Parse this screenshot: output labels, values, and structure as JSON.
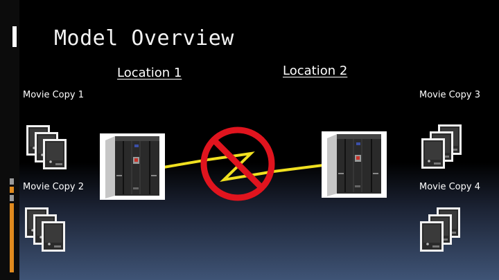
{
  "slide": {
    "title": "Model Overview",
    "locations": [
      "Location 1",
      "Location 2"
    ],
    "copies": [
      "Movie Copy 1",
      "Movie Copy 2",
      "Movie Copy 3",
      "Movie Copy 4"
    ]
  },
  "colors": {
    "background": "#000000",
    "gradient_bottom": "#3f5476",
    "link_line": "#f0e020",
    "no_symbol": "#e0141e",
    "accent_orange": "#e08a1e",
    "accent_gray": "#808080"
  },
  "icons": [
    "movie-tape-stack-icon",
    "tape-library-server-icon",
    "no-symbol-icon",
    "broken-link-icon"
  ]
}
